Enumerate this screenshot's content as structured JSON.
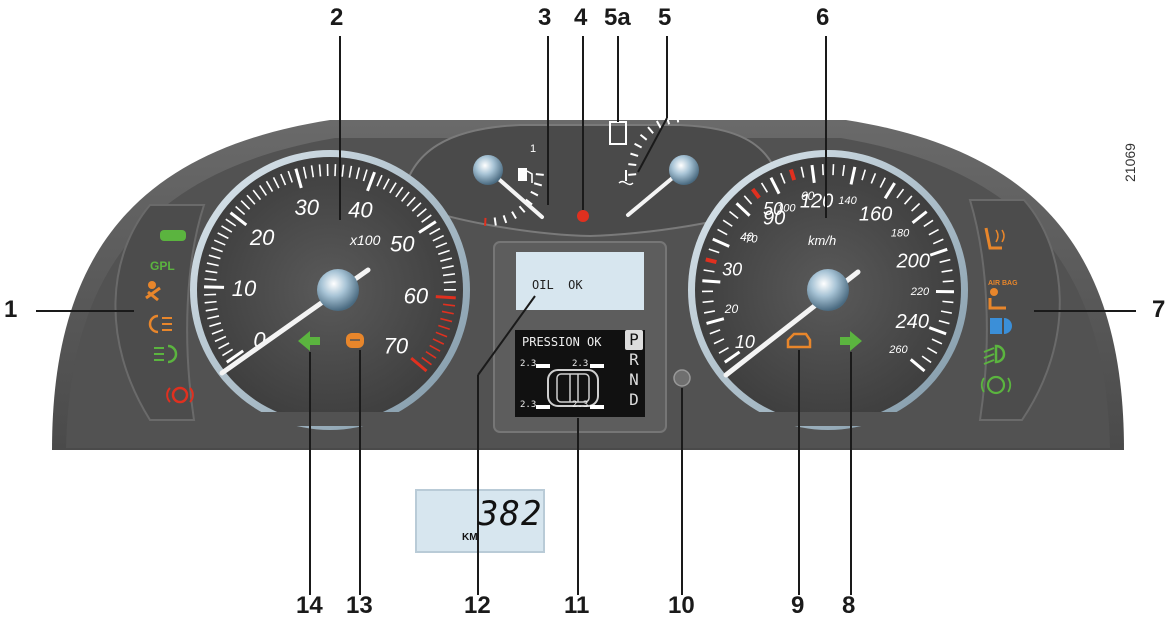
{
  "figure_ref": "21069",
  "callouts": [
    {
      "id": "c1",
      "label": "1"
    },
    {
      "id": "c2",
      "label": "2"
    },
    {
      "id": "c3",
      "label": "3"
    },
    {
      "id": "c4",
      "label": "4"
    },
    {
      "id": "c5a",
      "label": "5a"
    },
    {
      "id": "c5",
      "label": "5"
    },
    {
      "id": "c6",
      "label": "6"
    },
    {
      "id": "c7",
      "label": "7"
    },
    {
      "id": "c14",
      "label": "14"
    },
    {
      "id": "c13",
      "label": "13"
    },
    {
      "id": "c12",
      "label": "12"
    },
    {
      "id": "c11",
      "label": "11"
    },
    {
      "id": "c10",
      "label": "10"
    },
    {
      "id": "c9",
      "label": "9"
    },
    {
      "id": "c8",
      "label": "8"
    }
  ],
  "tachometer": {
    "unit_label": "x100",
    "ticks": [
      "0",
      "10",
      "20",
      "30",
      "40",
      "50",
      "60",
      "70"
    ]
  },
  "speedometer": {
    "unit_label": "km/h",
    "outer_ticks": [
      "90",
      "120",
      "160",
      "200",
      "240"
    ],
    "outer_small": [
      "70",
      "100",
      "140",
      "180",
      "220",
      "260"
    ],
    "inner_ticks": [
      "10",
      "20",
      "30",
      "40",
      "50",
      "60"
    ]
  },
  "left_warnings": {
    "gpl_label": "GPL"
  },
  "right_warnings": {
    "airbag_label": "AIR BAG"
  },
  "oil_display": {
    "text": "OIL  OK"
  },
  "tyre_display": {
    "text": "PRESSION OK",
    "pressure_fl": "2.3",
    "pressure_fr": "2.3",
    "pressure_rl": "2.3",
    "pressure_rr": "2.3"
  },
  "gear_indicator": [
    "P",
    "R",
    "N",
    "D"
  ],
  "odometer": {
    "value": "382",
    "unit": "KM"
  },
  "colors": {
    "panel": "#545454",
    "bezel": "#6d6d6d",
    "lcd": "#d7e6ef",
    "green": "#5bb43f",
    "orange": "#e8862b",
    "red": "#e0301f",
    "blue": "#3b8fd8"
  }
}
